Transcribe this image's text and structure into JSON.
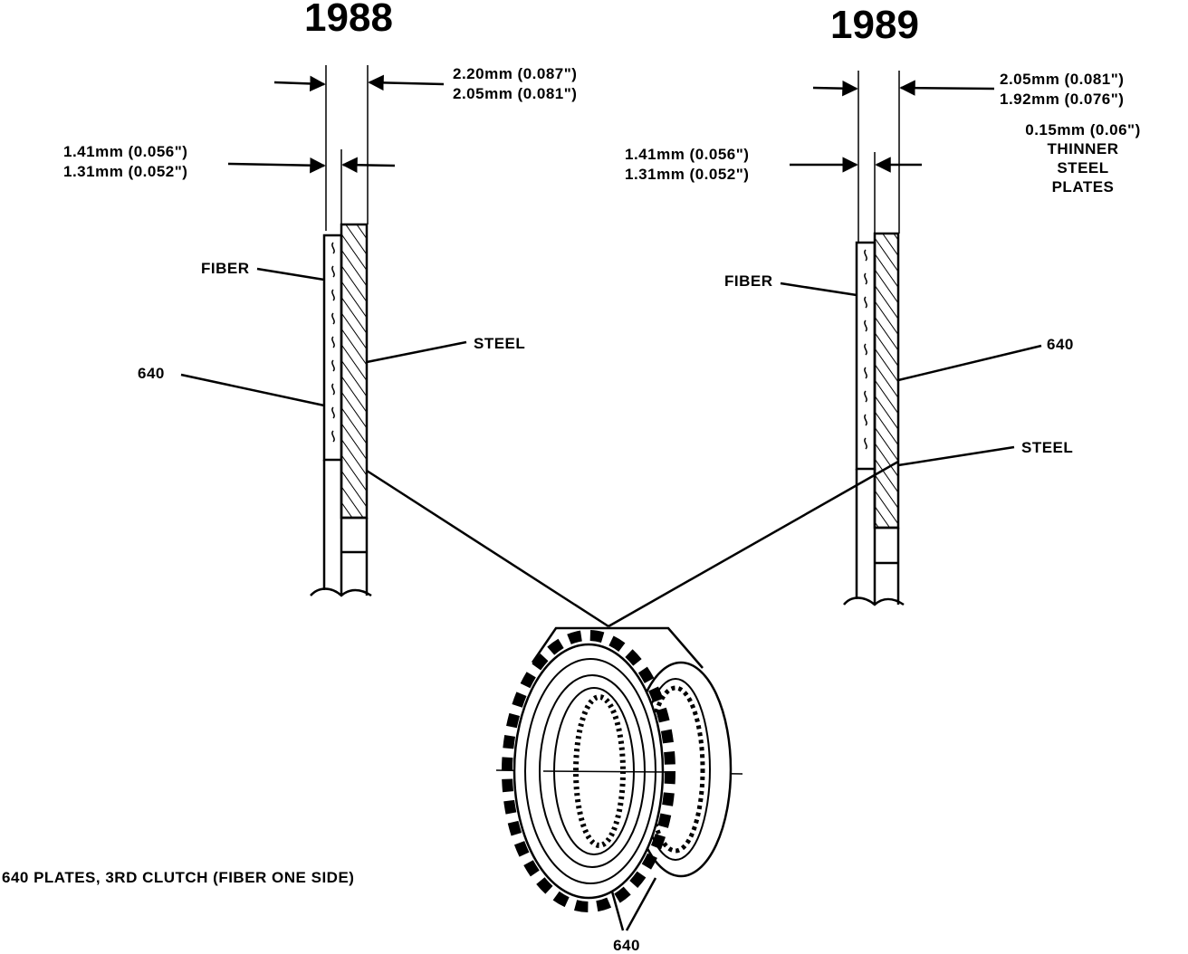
{
  "left": {
    "year": "1988",
    "overall_dim": [
      "2.20mm (0.087\")",
      "2.05mm (0.081\")"
    ],
    "steel_dim": [
      "1.41mm (0.056\")",
      "1.31mm (0.052\")"
    ],
    "label_fiber": "FIBER",
    "label_steel": "STEEL",
    "label_part": "640"
  },
  "right": {
    "year": "1989",
    "overall_dim": [
      "2.05mm (0.081\")",
      "1.92mm (0.076\")"
    ],
    "steel_dim": [
      "1.41mm (0.056\")",
      "1.31mm (0.052\")"
    ],
    "note": [
      "0.15mm (0.06\")",
      "THINNER",
      "STEEL",
      "PLATES"
    ],
    "label_fiber": "FIBER",
    "label_part": "640",
    "label_steel": "STEEL"
  },
  "caption": "640  PLATES, 3RD CLUTCH (FIBER ONE SIDE)",
  "bottom_label": "640"
}
